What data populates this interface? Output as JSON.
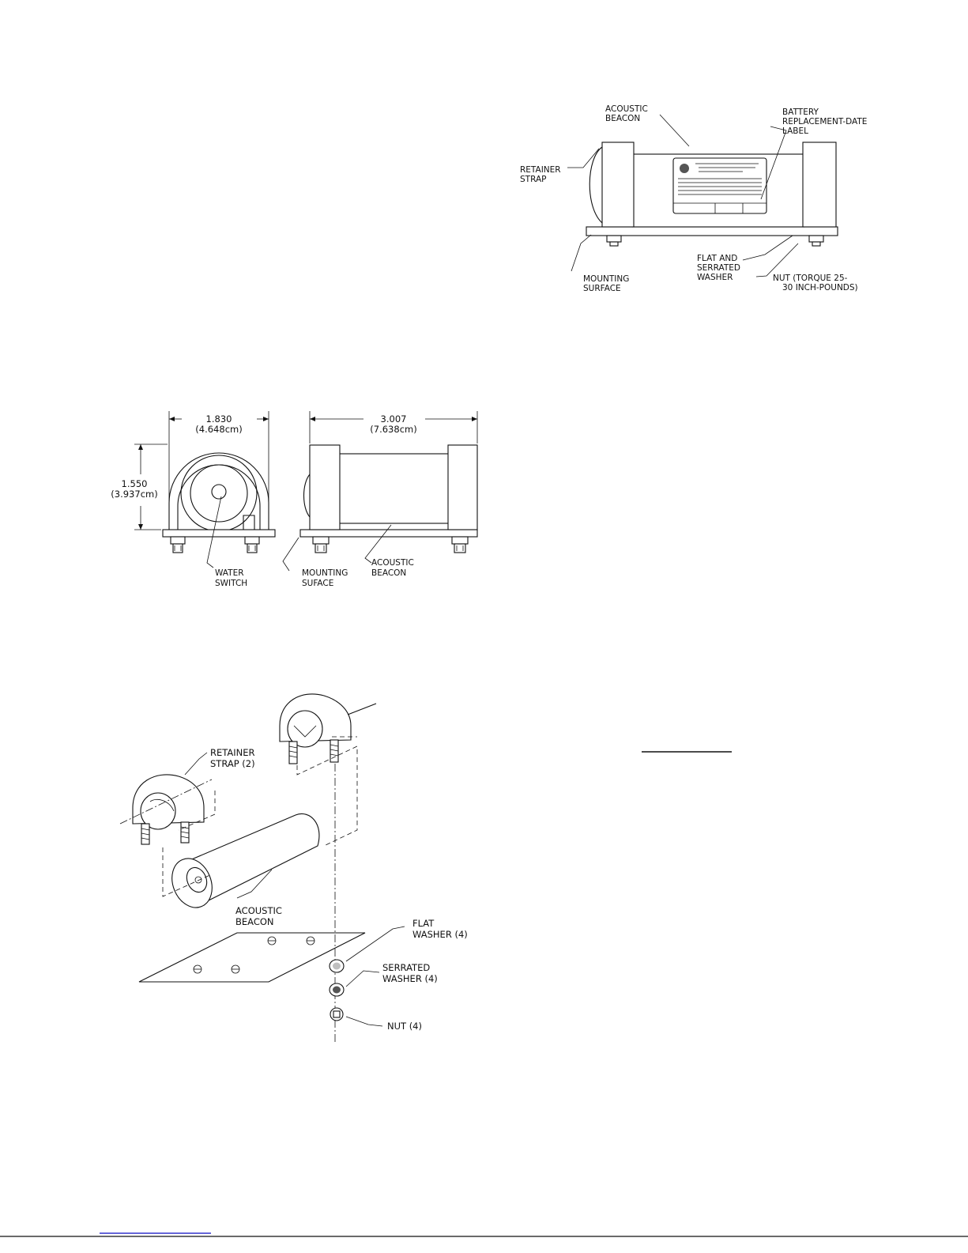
{
  "fig_top": {
    "acoustic_beacon": [
      "ACOUSTIC",
      "BEACON"
    ],
    "battery_label": [
      "BATTERY",
      "REPLACEMENT-DATE",
      "LABEL"
    ],
    "retainer_strap": [
      "RETAINER",
      "STRAP"
    ],
    "flat_serrated_washer": [
      "FLAT AND",
      "SERRATED",
      "WASHER"
    ],
    "mounting_surface": [
      "MOUNTING",
      "SURFACE"
    ],
    "nut": [
      "NUT (TORQUE 25-",
      "30 INCH-POUNDS)"
    ]
  },
  "fig_dims": {
    "width_in": "1.830",
    "width_cm": "(4.648cm)",
    "length_in": "3.007",
    "length_cm": "(7.638cm)",
    "height_in": "1.550",
    "height_cm": "(3.937cm)",
    "water_switch": [
      "WATER",
      "SWITCH"
    ],
    "mounting_surface": [
      "MOUNTING",
      "SUFACE"
    ],
    "acoustic_beacon": [
      "ACOUSTIC",
      "BEACON"
    ]
  },
  "fig_exploded": {
    "retainer_strap": [
      "RETAINER",
      "STRAP (2)"
    ],
    "acoustic_beacon": [
      "ACOUSTIC",
      "BEACON"
    ],
    "flat_washer": [
      "FLAT",
      "WASHER (4)"
    ],
    "serrated_washer": [
      "SERRATED",
      "WASHER (4)"
    ],
    "nut": "NUT (4)"
  },
  "colors": {
    "ink": "#111111",
    "link_blue": "#3333cc"
  }
}
